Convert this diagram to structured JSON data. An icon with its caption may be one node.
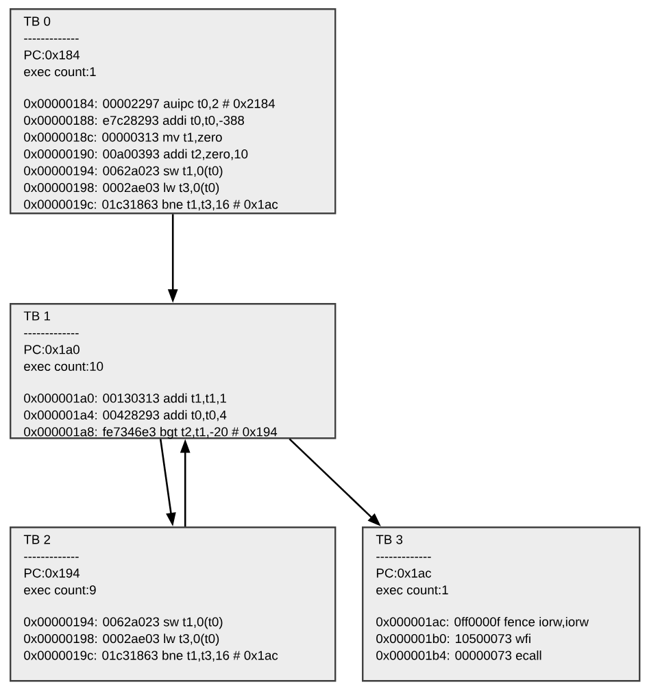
{
  "diagram": {
    "nodes": [
      {
        "text": [
          "TB 0",
          "-------------",
          "PC:0x184",
          "exec count:1",
          "0x00000184: 00002297 auipc t0,2 # 0x2184",
          "0x00000188: e7c28293 addi t0,t0,-388",
          "0x0000018c: 00000313 mv t1,zero",
          "0x00000190: 00a00393 addi t2,zero,10",
          "0x00000194: 0062a023 sw t1,0(t0)",
          "0x00000198: 0002ae03 lw t3,0(t0)",
          "0x0000019c: 01c31863 bne t1,t3,16 # 0x1ac"
        ]
      },
      {
        "text": [
          "TB 1",
          "-------------",
          "PC:0x1a0",
          "exec count:10",
          "0x000001a0: 00130313 addi t1,t1,1",
          "0x000001a4: 00428293 addi t0,t0,4",
          "0x000001a8: fe7346e3 bgt t2,t1,-20 # 0x194"
        ]
      },
      {
        "text": [
          "TB 2",
          "-------------",
          "PC:0x194",
          "exec count:9",
          "0x00000194: 0062a023 sw t1,0(t0)",
          "0x00000198: 0002ae03 lw t3,0(t0)",
          "0x0000019c: 01c31863 bne t1,t3,16 # 0x1ac"
        ]
      },
      {
        "text": [
          "TB 3",
          "-------------",
          "PC:0x1ac",
          "exec count:1",
          "0x000001ac: 0ff0000f fence iorw,iorw",
          "0x000001b0: 10500073 wfi",
          "0x000001b4: 00000073 ecall"
        ]
      }
    ],
    "edges": [
      {
        "from": 0,
        "to": 1,
        "arrow": "to"
      },
      {
        "from": 1,
        "to": 2,
        "arrow": "to"
      },
      {
        "from": 2,
        "to": 1,
        "arrow": "to"
      },
      {
        "from": 1,
        "to": 3,
        "arrow": "to"
      }
    ]
  }
}
